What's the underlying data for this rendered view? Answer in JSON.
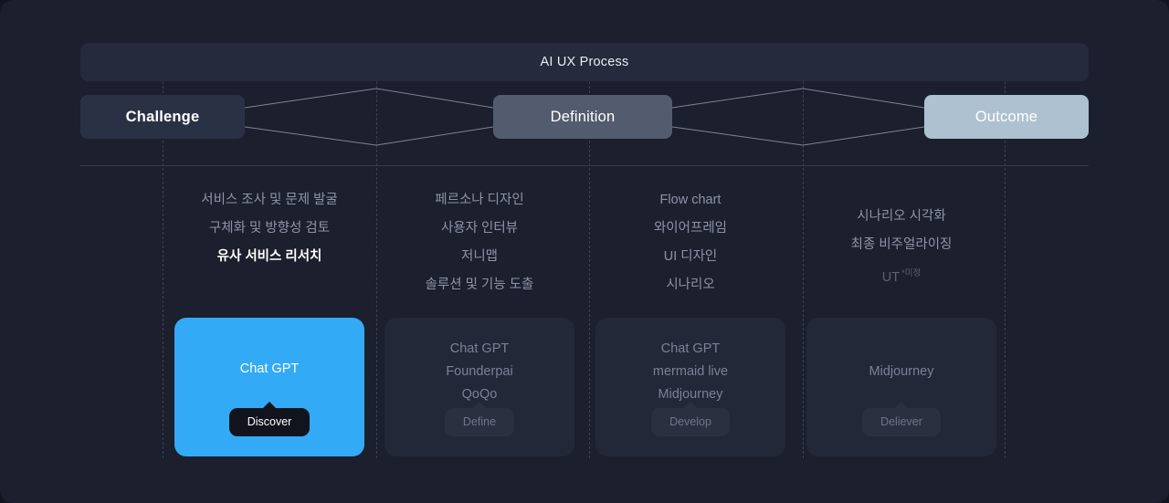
{
  "header": {
    "title": "AI UX Process"
  },
  "phases": [
    {
      "label": "Challenge",
      "style": "dark"
    },
    {
      "label": "Definition",
      "style": "mid"
    },
    {
      "label": "Outcome",
      "style": "light"
    }
  ],
  "columns": [
    {
      "steps": [
        {
          "text": "서비스 조사 및 문제 발굴",
          "emphasis": "normal"
        },
        {
          "text": "구체화 및 방향성 검토",
          "emphasis": "normal"
        },
        {
          "text": "유사 서비스 리서치",
          "emphasis": "highlight"
        }
      ],
      "card": {
        "active": true,
        "tools": [
          "Chat GPT"
        ],
        "pill": "Discover"
      }
    },
    {
      "steps": [
        {
          "text": "페르소나 디자인",
          "emphasis": "normal"
        },
        {
          "text": "사용자 인터뷰",
          "emphasis": "normal"
        },
        {
          "text": "저니맵",
          "emphasis": "normal"
        },
        {
          "text": "솔루션 및 기능 도출",
          "emphasis": "normal"
        }
      ],
      "card": {
        "active": false,
        "tools": [
          "Chat GPT",
          "Founderpai",
          "QoQo"
        ],
        "pill": "Define"
      }
    },
    {
      "steps": [
        {
          "text": "Flow chart",
          "emphasis": "normal"
        },
        {
          "text": "와이어프레임",
          "emphasis": "normal"
        },
        {
          "text": "UI 디자인",
          "emphasis": "normal"
        },
        {
          "text": "시나리오",
          "emphasis": "normal"
        }
      ],
      "card": {
        "active": false,
        "tools": [
          "Chat GPT",
          "mermaid live",
          "Midjourney"
        ],
        "pill": "Develop"
      }
    },
    {
      "steps": [
        {
          "text": "시나리오 시각화",
          "emphasis": "normal"
        },
        {
          "text": "최종 비주얼라이징",
          "emphasis": "normal"
        },
        {
          "text": "UT",
          "note": "*미정",
          "emphasis": "dim"
        }
      ],
      "card": {
        "active": false,
        "tools": [
          "Midjourney"
        ],
        "pill": "Deliever"
      }
    }
  ],
  "colors": {
    "background": "#1b1f2e",
    "title_bar": "#252a3c",
    "phase_dark": "#2b3145",
    "phase_mid": "#525c6e",
    "phase_light": "#adc1d0",
    "card_inactive": "#232839",
    "card_active": "#33aaf6",
    "guide_line": "#3a4055",
    "text_muted": "#8e94a8",
    "text_highlight": "#ffffff"
  }
}
